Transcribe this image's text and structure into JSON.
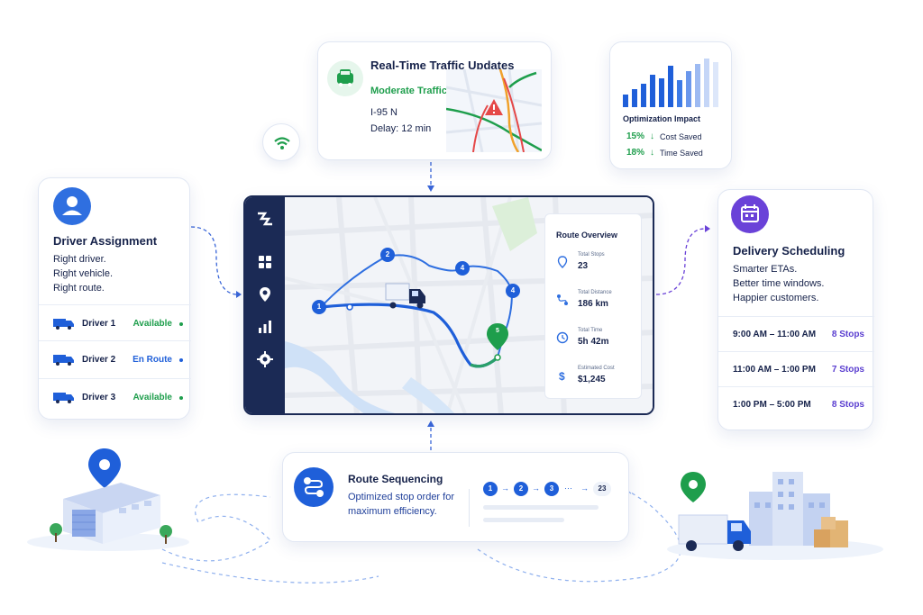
{
  "traffic": {
    "title": "Real-Time Traffic Updates",
    "status": "Moderate Traffic",
    "road": "I-95 N",
    "delay": "Delay: 12 min"
  },
  "optimization": {
    "title": "Optimization Impact",
    "cost_pct": "15%",
    "cost_label": "Cost Saved",
    "time_pct": "18%",
    "time_label": "Time Saved",
    "arrow": "↓"
  },
  "driver": {
    "title": "Driver Assignment",
    "taglines": [
      "Right driver.",
      "Right vehicle.",
      "Right route."
    ],
    "rows": [
      {
        "name": "Driver 1",
        "status": "Available",
        "color": "#1e9e4c"
      },
      {
        "name": "Driver 2",
        "status": "En Route",
        "color": "#1f5fd9"
      },
      {
        "name": "Driver 3",
        "status": "Available",
        "color": "#1e9e4c"
      }
    ]
  },
  "map": {
    "stops": [
      "1",
      "2",
      "4",
      "4",
      "5"
    ]
  },
  "overview": {
    "title": "Route Overview",
    "items": [
      {
        "label": "Total Stops",
        "value": "23",
        "icon": "pin-icon"
      },
      {
        "label": "Total Distance",
        "value": "186 km",
        "icon": "route-icon"
      },
      {
        "label": "Total Time",
        "value": "5h 42m",
        "icon": "clock-icon"
      },
      {
        "label": "Estimated Cost",
        "value": "$1,245",
        "icon": "dollar-icon"
      }
    ]
  },
  "scheduling": {
    "title": "Delivery Scheduling",
    "taglines": [
      "Smarter ETAs.",
      "Better time windows.",
      "Happier customers."
    ],
    "slots": [
      {
        "time": "9:00 AM – 11:00 AM",
        "stops": "8 Stops"
      },
      {
        "time": "11:00 AM – 1:00 PM",
        "stops": "7 Stops"
      },
      {
        "time": "1:00 PM – 5:00 PM",
        "stops": "8 Stops"
      }
    ]
  },
  "sequencing": {
    "title": "Route Sequencing",
    "subtitle_1": "Optimized stop order for",
    "subtitle_2": "maximum efficiency.",
    "chain": [
      "1",
      "2",
      "3",
      "23"
    ],
    "arrow": "→",
    "ellipsis": "···"
  },
  "colors": {
    "navy": "#1b2a55",
    "blue": "#1f5fd9",
    "green": "#1e9e4c",
    "purple": "#6a42d8"
  }
}
